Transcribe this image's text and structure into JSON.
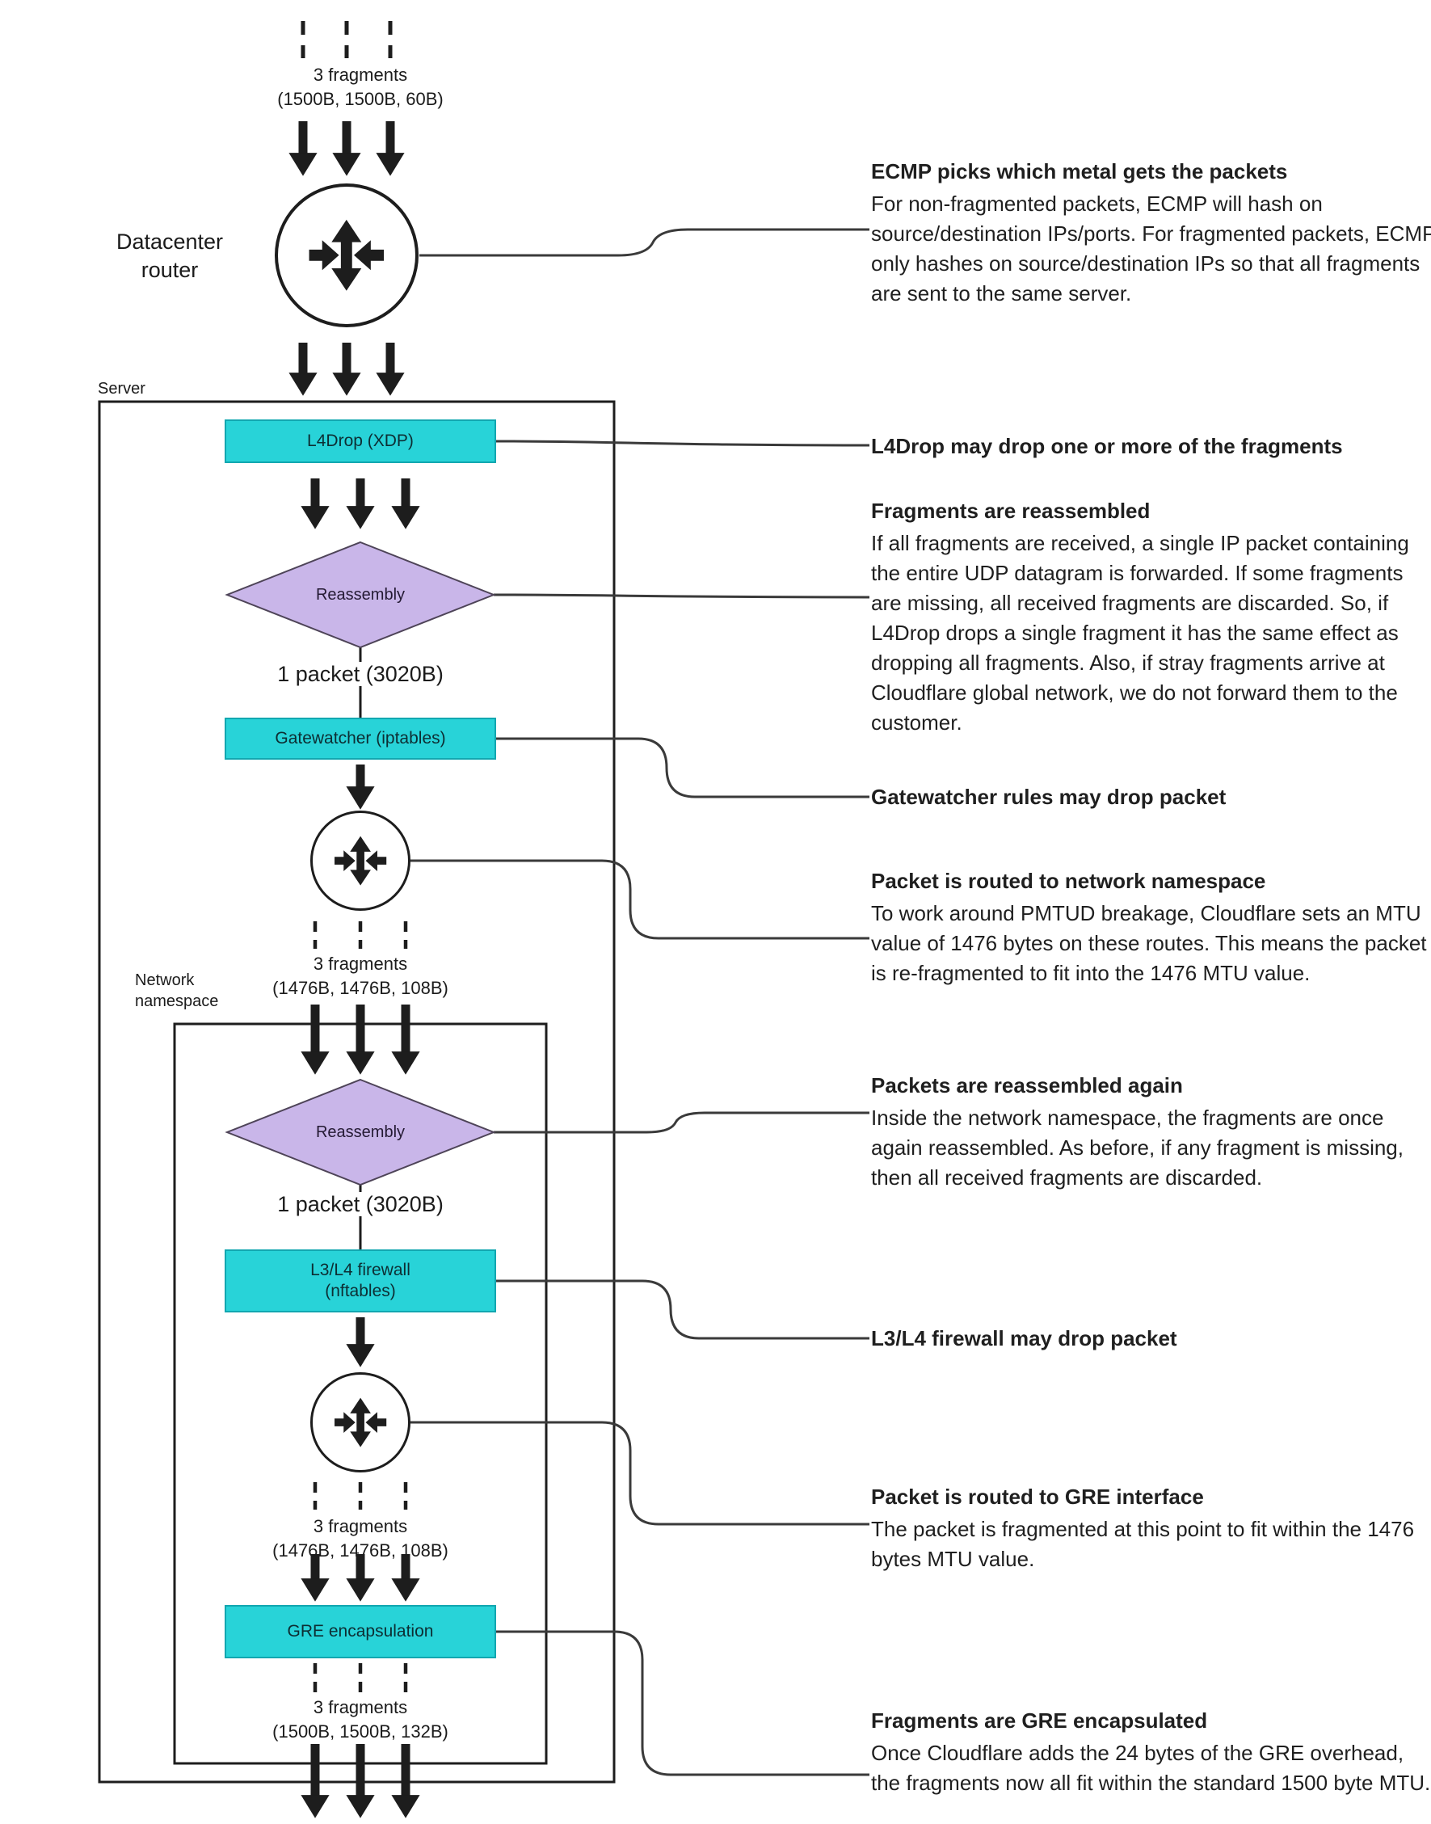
{
  "colors": {
    "node_fill": "#28d3d8",
    "node_border": "#12a7b0",
    "diamond_fill": "#c9b6e9",
    "line": "#1d1d1d",
    "connector": "#3a3a3a"
  },
  "labels": {
    "server": "Server",
    "network_namespace": "Network\nnamespace",
    "datacenter_router": "Datacenter\nrouter"
  },
  "flow": {
    "frag_top": {
      "title": "3 fragments",
      "sizes": "(1500B, 1500B, 60B)"
    },
    "l4drop": "L4Drop (XDP)",
    "reassembly1": "Reassembly",
    "packet1": "1 packet (3020B)",
    "gatewatcher": "Gatewatcher (iptables)",
    "frag_mid": {
      "title": "3 fragments",
      "sizes": "(1476B, 1476B, 108B)"
    },
    "reassembly2": "Reassembly",
    "packet2": "1 packet (3020B)",
    "firewall": "L3/L4 firewall\n(nftables)",
    "frag_ns": {
      "title": "3 fragments",
      "sizes": "(1476B, 1476B, 108B)"
    },
    "gre": "GRE encapsulation",
    "frag_out": {
      "title": "3 fragments",
      "sizes": "(1500B, 1500B, 132B)"
    }
  },
  "annotations": [
    {
      "title": "ECMP picks which metal gets the packets",
      "body": "For non-fragmented packets, ECMP will hash on source/destination IPs/ports. For fragmented packets, ECMP only hashes on source/destination IPs so that all fragments are sent to the same server."
    },
    {
      "title": "L4Drop may drop one or more of the fragments"
    },
    {
      "title": "Fragments are reassembled",
      "body": "If all fragments are received, a single IP packet containing the entire UDP datagram is forwarded. If some fragments are missing, all received fragments are discarded. So, if L4Drop drops a single fragment it has the same effect as dropping all fragments. Also, if stray fragments arrive at Cloudflare global network, we do not forward them to the customer."
    },
    {
      "title": "Gatewatcher rules may drop packet"
    },
    {
      "title": "Packet is routed to network namespace",
      "body": "To work around PMTUD breakage, Cloudflare sets an MTU value of 1476 bytes on these routes. This means the packet is re-fragmented to fit into the 1476 MTU value."
    },
    {
      "title": "Packets are reassembled again",
      "body": "Inside the network namespace, the fragments are once again reassembled. As before, if any fragment is missing, then all received fragments are discarded."
    },
    {
      "title": "L3/L4 firewall may drop packet"
    },
    {
      "title": "Packet is routed to GRE interface",
      "body": "The packet is fragmented at this point to fit within the 1476 bytes MTU value."
    },
    {
      "title": "Fragments are GRE encapsulated",
      "body": "Once Cloudflare adds the 24 bytes of the GRE overhead, the fragments now all fit within the standard 1500 byte MTU."
    }
  ]
}
